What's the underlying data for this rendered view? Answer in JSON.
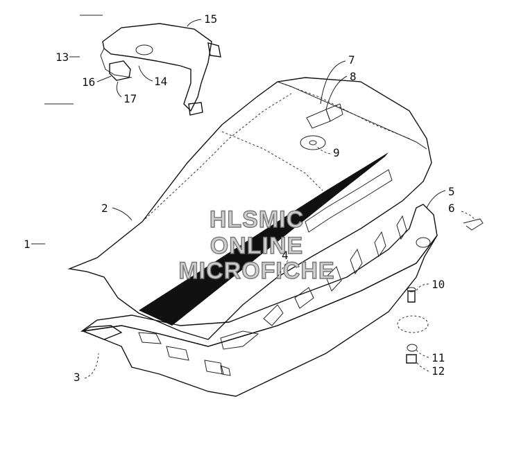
{
  "watermark": {
    "line1": "HLSMIC",
    "line2": "ONLINE",
    "line3": "MICROFICHE"
  },
  "callouts": [
    {
      "id": "1",
      "text": "1"
    },
    {
      "id": "2",
      "text": "2"
    },
    {
      "id": "3",
      "text": "3"
    },
    {
      "id": "4",
      "text": "4"
    },
    {
      "id": "5",
      "text": "5"
    },
    {
      "id": "6",
      "text": "6"
    },
    {
      "id": "7",
      "text": "7"
    },
    {
      "id": "8",
      "text": "8"
    },
    {
      "id": "9",
      "text": "9"
    },
    {
      "id": "10",
      "text": "10"
    },
    {
      "id": "11",
      "text": "11"
    },
    {
      "id": "12",
      "text": "12"
    },
    {
      "id": "13",
      "text": "13"
    },
    {
      "id": "14",
      "text": "14"
    },
    {
      "id": "15",
      "text": "15"
    },
    {
      "id": "16",
      "text": "16"
    },
    {
      "id": "17",
      "text": "17"
    }
  ]
}
